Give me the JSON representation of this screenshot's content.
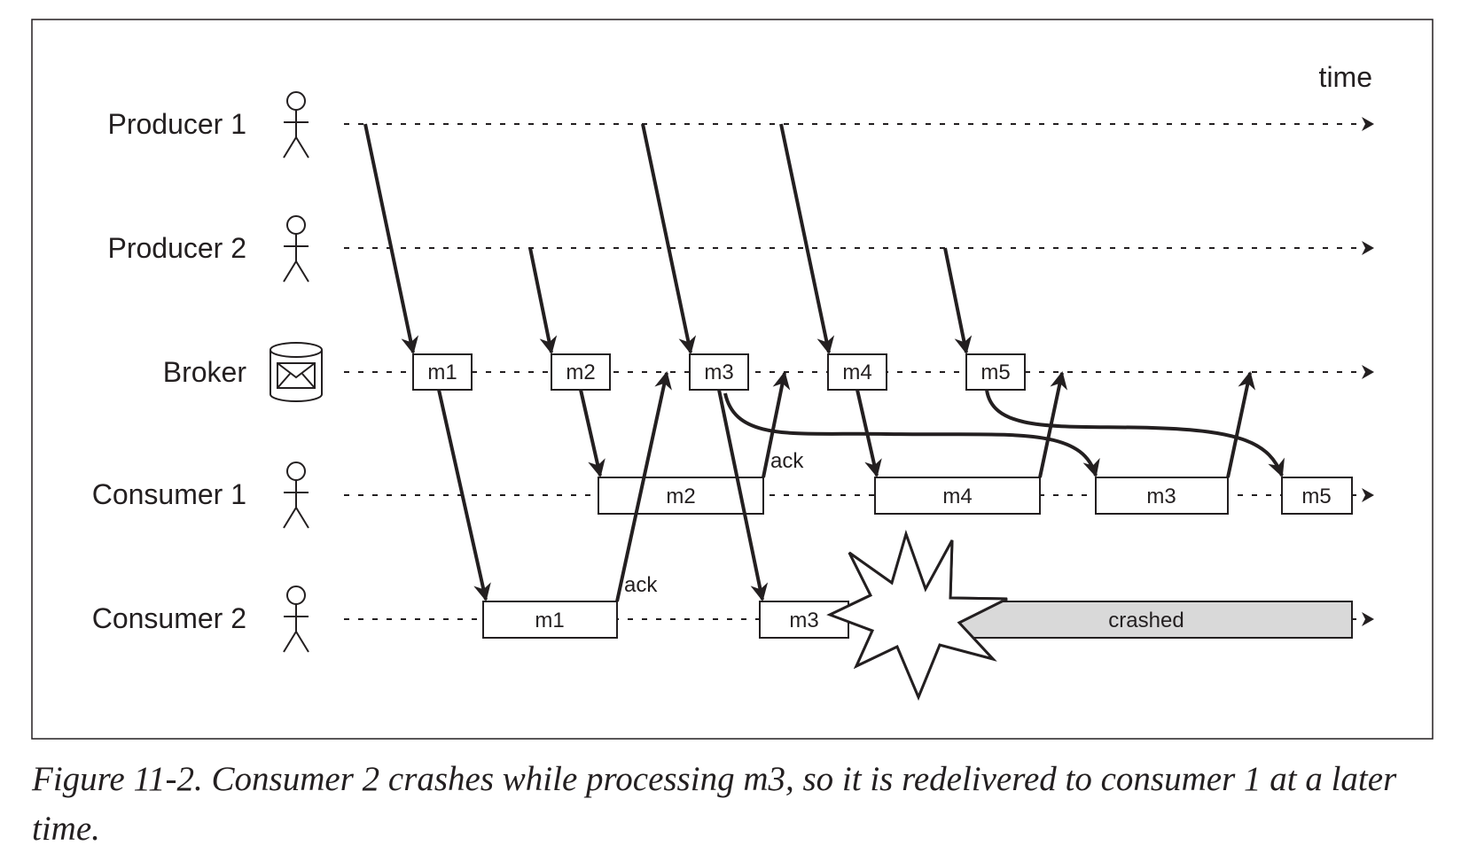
{
  "figure": {
    "time_label": "time",
    "lanes": {
      "producer1": "Producer 1",
      "producer2": "Producer 2",
      "broker": "Broker",
      "consumer1": "Consumer 1",
      "consumer2": "Consumer 2"
    },
    "broker_messages": [
      "m1",
      "m2",
      "m3",
      "m4",
      "m5"
    ],
    "consumer1_boxes": [
      "m2",
      "m4",
      "m3",
      "m5"
    ],
    "consumer2_boxes": [
      "m1",
      "m3",
      "crashed"
    ],
    "ack_labels": [
      "ack",
      "ack"
    ]
  },
  "caption": {
    "text": "Figure 11-2. Consumer 2 crashes while processing m3, so it is redelivered to consumer 1 at a later time."
  }
}
